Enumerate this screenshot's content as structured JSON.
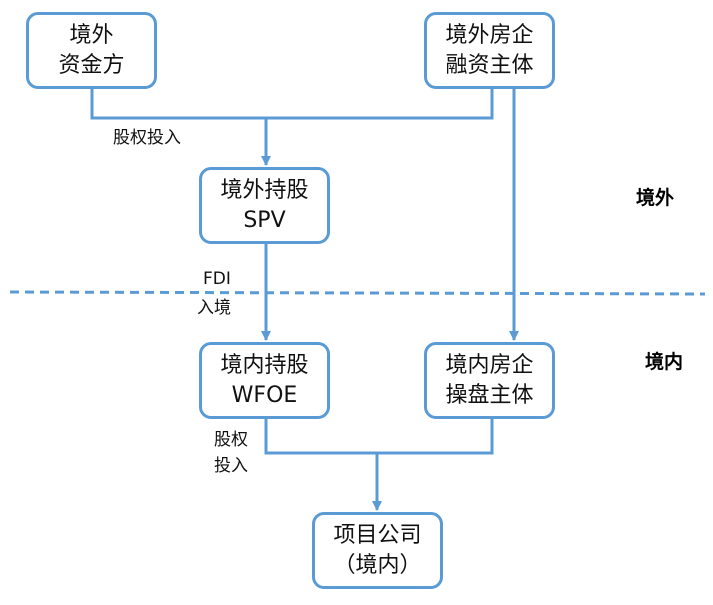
{
  "nodes": {
    "offshore_investor": {
      "line1": "境外",
      "line2": "资金方"
    },
    "offshore_developer": {
      "line1": "境外房企",
      "line2": "融资主体"
    },
    "offshore_spv": {
      "line1": "境外持股",
      "line2": "SPV"
    },
    "onshore_wfoe": {
      "line1": "境内持股",
      "line2": "WFOE"
    },
    "onshore_developer": {
      "line1": "境内房企",
      "line2": "操盘主体"
    },
    "project_company": {
      "line1": "项目公司",
      "line2": "（境内）"
    }
  },
  "edge_labels": {
    "equity_investment_top": "股权投入",
    "fdi_line1": "FDI",
    "fdi_line2": "入境",
    "equity_investment_bottom_line1": "股权",
    "equity_investment_bottom_line2": "投入"
  },
  "zones": {
    "offshore": "境外",
    "onshore": "境内"
  },
  "colors": {
    "box_border": "#5B9BD5",
    "connector": "#5B9BD5",
    "divider": "#5B9BD5",
    "text": "#111111"
  }
}
